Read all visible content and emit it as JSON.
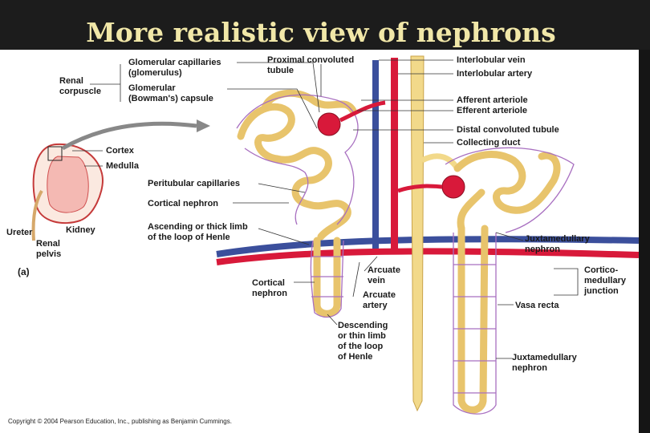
{
  "title": "More realistic view of nephrons",
  "labels": {
    "renal_corpuscle": "Renal\ncorpuscle",
    "glomerular_capillaries": "Glomerular capillaries\n(glomerulus)",
    "glomerular_capsule": "Glomerular\n(Bowman's) capsule",
    "proximal_tubule": "Proximal convoluted\ntubule",
    "interlobular_vein": "Interlobular vein",
    "interlobular_artery": "Interlobular artery",
    "afferent_arteriole": "Afferent arteriole",
    "efferent_arteriole": "Efferent arteriole",
    "distal_tubule": "Distal convoluted tubule",
    "collecting_duct": "Collecting duct",
    "cortex": "Cortex",
    "medulla": "Medulla",
    "peritubular_capillaries": "Peritubular capillaries",
    "cortical_nephron": "Cortical nephron",
    "ascending_limb": "Ascending or thick limb\nof the loop of Henle",
    "ureter": "Ureter",
    "kidney": "Kidney",
    "renal_pelvis": "Renal\npelvis",
    "panel": "(a)",
    "juxtamedullary_nephron_upper": "Juxtamedullary\nnephron",
    "cortico_medullary": "Cortico-\nmedullary\njunction",
    "arcuate_vein": "Arcuate\nvein",
    "arcuate_artery": "Arcuate\nartery",
    "cortical_nephron_lower": "Cortical\nnephron",
    "vasa_recta": "Vasa recta",
    "descending_limb": "Descending\nor thin limb\nof the loop\nof Henle",
    "juxtamedullary_nephron_lower": "Juxtamedullary\nnephron"
  },
  "copyright": "Copyright © 2004 Pearson Education, Inc., publishing as Benjamin Cummings.",
  "colors": {
    "artery": "#d8193a",
    "vein": "#3b4f9c",
    "tubule": "#f2d98a",
    "tubule_edge": "#c9a34a",
    "capillary": "#a86fc0"
  }
}
